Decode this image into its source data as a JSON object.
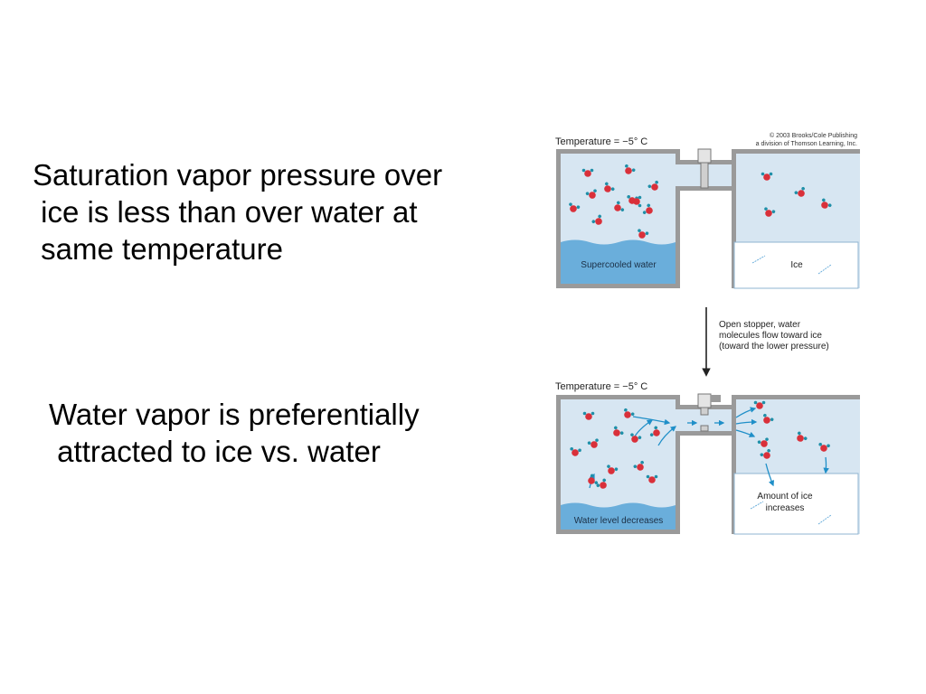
{
  "slide": {
    "statement_1": "Saturation vapor pressure over\n ice is less than over water at\n same temperature",
    "statement_2": "Water vapor is preferentially\n attracted to ice vs. water"
  },
  "figure": {
    "copyright_line1": "© 2003 Brooks/Cole Publishing",
    "copyright_line2": "a division of Thomson Learning, Inc.",
    "top_panel": {
      "temperature": "Temperature = −5° C",
      "left_label": "Supercooled water",
      "right_label": "Ice"
    },
    "transition": {
      "line1": "Open stopper, water",
      "line2": "molecules flow toward ice",
      "line3": "(toward the lower pressure)"
    },
    "bottom_panel": {
      "temperature": "Temperature = −5° C",
      "left_label": "Water level decreases",
      "right_label_line1": "Amount of ice",
      "right_label_line2": "increases"
    }
  },
  "colors": {
    "container_wall": "#9a9a9a",
    "air": "#d7e6f2",
    "water": "#6aaedb",
    "ice": "#ffffff",
    "oxygen": "#d9303a",
    "hydrogen": "#1f8fa8",
    "flow_arrow": "#1f8fc8"
  }
}
